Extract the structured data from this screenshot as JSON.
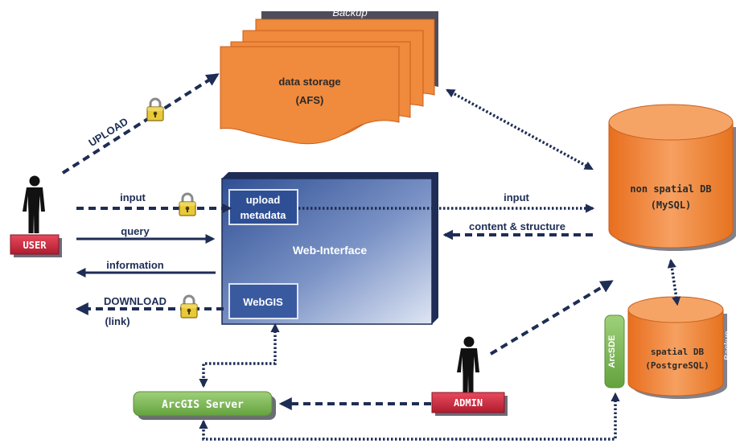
{
  "storage": {
    "backup_label": "Backup",
    "title": "data storage",
    "subtitle": "(AFS)"
  },
  "user": {
    "label": "USER"
  },
  "admin": {
    "label": "ADMIN"
  },
  "web": {
    "title": "Web-Interface",
    "upload_metadata_line1": "upload",
    "upload_metadata_line2": "metadata",
    "webgis": "WebGIS"
  },
  "arrows": {
    "upload": "UPLOAD",
    "input_left": "input",
    "query": "query",
    "information": "information",
    "download": "DOWNLOAD",
    "download_sub": "(link)",
    "input_right": "input",
    "content_structure": "content & structure"
  },
  "nonspatial_db": {
    "line1": "non spatial DB",
    "line2": "(MySQL)"
  },
  "spatial_db": {
    "line1": "spatial DB",
    "line2": "(PostgreSQL)",
    "backup_label": "Backup"
  },
  "arcsde": {
    "label": "ArcSDE"
  },
  "arcgis_server": {
    "label": "ArcGIS Server"
  },
  "colors": {
    "orange": "#f08a3c",
    "navy": "#1e2d55",
    "red": "#c8283c",
    "green": "#7fb85a",
    "web_blue": "#3e5c9c"
  }
}
